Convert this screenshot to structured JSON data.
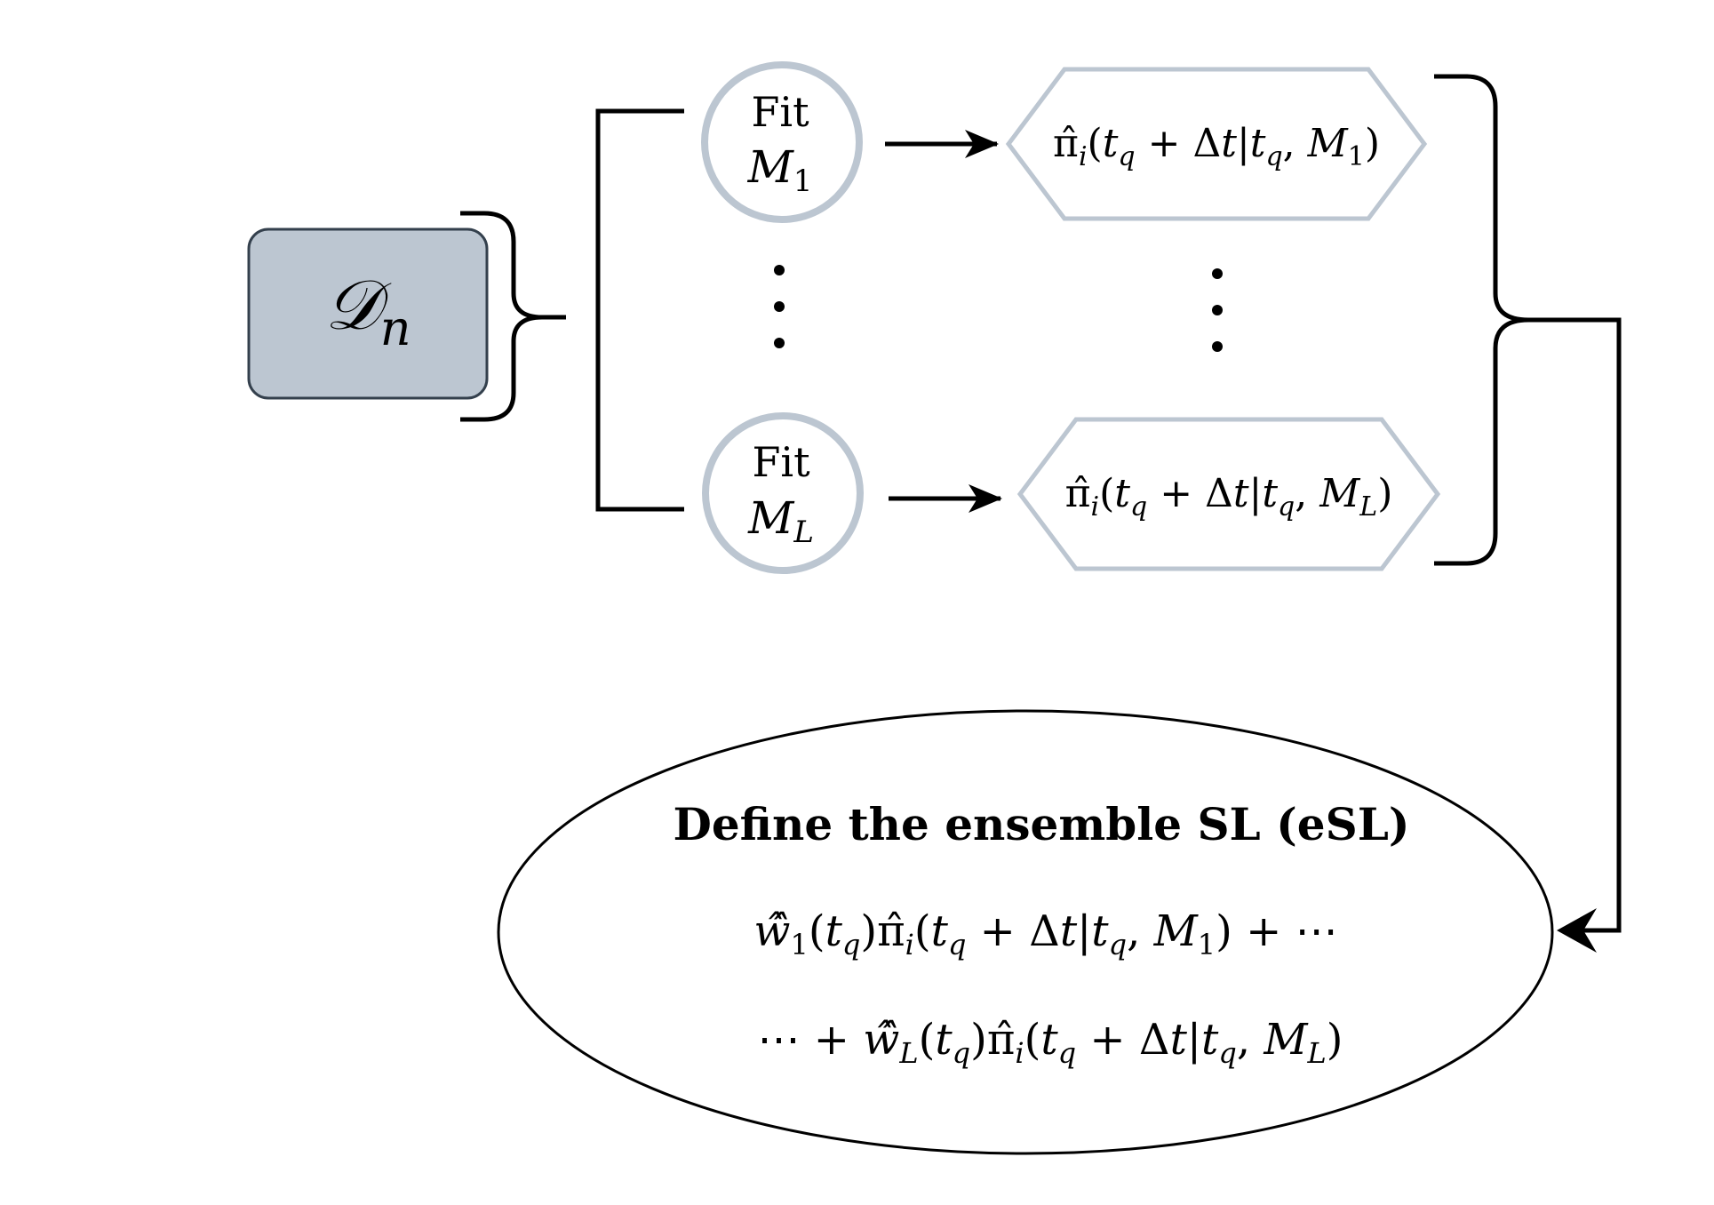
{
  "dataset": {
    "script_letter": "𝒟",
    "subscript": "n",
    "fill": "#bcc6d1",
    "stroke": "#34404d"
  },
  "fit_nodes": [
    {
      "line1": "Fit",
      "model": "M",
      "model_sub": "1"
    },
    {
      "line1": "Fit",
      "model": "M",
      "model_sub": "L"
    }
  ],
  "predictions": [
    {
      "pre": "π̂",
      "i": "i",
      "open": "(",
      "t": "t",
      "q": "q",
      "mid": " + Δ",
      "t2": "t",
      "bar": "|",
      "t3": "t",
      "q2": "q",
      "comma": ", ",
      "M": "M",
      "msub": "1",
      "close": ")"
    },
    {
      "pre": "π̂",
      "i": "i",
      "open": "(",
      "t": "t",
      "q": "q",
      "mid": " + Δ",
      "t2": "t",
      "bar": "|",
      "t3": "t",
      "q2": "q",
      "comma": ", ",
      "M": "M",
      "msub": "L",
      "close": ")"
    }
  ],
  "ellipsis_glyph": "⋮",
  "ensemble": {
    "title": "Define the ensemble SL (eSL)",
    "line1": {
      "w": "ŵ̂",
      "wsub": "1",
      "a": "(",
      "t": "t",
      "q": "q",
      "b": ")",
      "pi": "π̂",
      "i": "i",
      "c": "(",
      "t2": "t",
      "q2": "q",
      "d": " + Δ",
      "t3": "t",
      "e": "|",
      "t4": "t",
      "q3": "q",
      "f": ", ",
      "M": "M",
      "msub": "1",
      "g": ") + ⋯"
    },
    "line2": {
      "lead": "⋯ + ",
      "w": "ŵ̂",
      "wsub": "L",
      "a": "(",
      "t": "t",
      "q": "q",
      "b": ")",
      "pi": "π̂",
      "i": "i",
      "c": "(",
      "t2": "t",
      "q2": "q",
      "d": " + Δ",
      "t3": "t",
      "e": "|",
      "t4": "t",
      "q3": "q",
      "f": ", ",
      "M": "M",
      "msub": "L",
      "g": ")"
    }
  },
  "colors": {
    "node_stroke": "#bcc6d1",
    "line": "#000000"
  }
}
